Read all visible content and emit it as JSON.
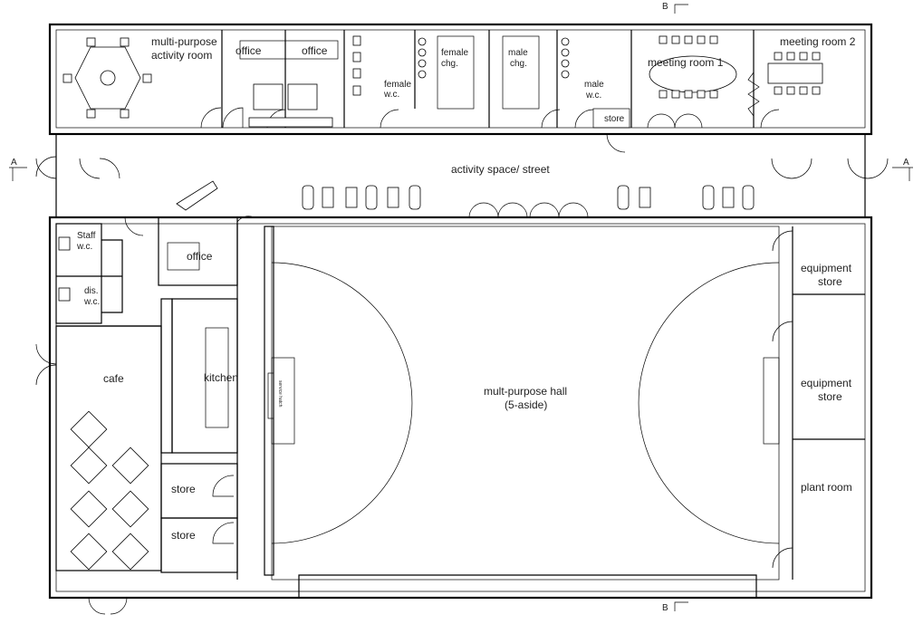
{
  "plan": {
    "rooms": {
      "activity_room": "multi-purpose",
      "activity_room_2": "activity room",
      "office_1": "office",
      "office_2": "office",
      "female_wc": "female",
      "female_wc_2": "w.c.",
      "female_chg": "female",
      "female_chg_2": "chg.",
      "male_chg": "male",
      "male_chg_2": "chg.",
      "male_wc": "male",
      "male_wc_2": "w.c.",
      "store_top": "store",
      "meeting_1": "meeting room 1",
      "meeting_2": "meeting room 2",
      "street": "activity space/ street",
      "staff_wc": "Staff",
      "staff_wc_2": "w.c.",
      "dis_wc": "dis.",
      "dis_wc_2": "w.c.",
      "office_3": "office",
      "cafe": "cafe",
      "kitchen": "kitchen",
      "store_1": "store",
      "store_2": "store",
      "service_hatch": "service hatch",
      "hall": "mult-purpose hall",
      "hall_2": "(5-aside)",
      "equipment_store_1": "equipment",
      "equipment_store_1b": "store",
      "equipment_store_2": "equipment",
      "equipment_store_2b": "store",
      "plant_room": "plant room"
    },
    "sections": {
      "a_left": "A",
      "a_right": "A",
      "b_top": "B",
      "b_bottom": "B"
    }
  }
}
